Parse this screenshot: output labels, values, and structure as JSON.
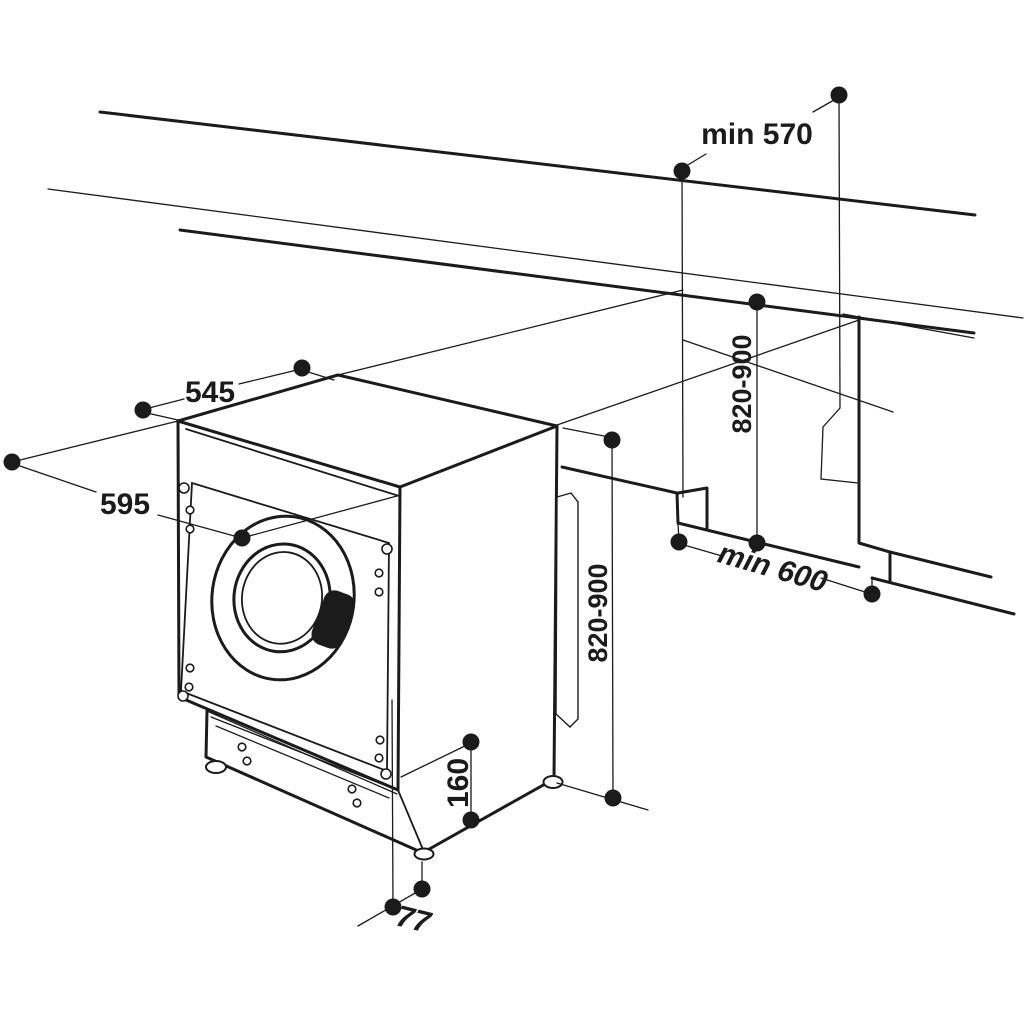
{
  "diagram": {
    "type": "technical-installation-drawing",
    "subject": "built-in washing machine installed under a kitchen worktop",
    "colors": {
      "background": "#ffffff",
      "line": "#1b1b1b"
    },
    "dimensions": {
      "top_depth": "545",
      "front_width": "595",
      "worktop_min_depth": "min 570",
      "niche_height": "820-900",
      "appliance_height": "820-900",
      "niche_min_width": "min 600",
      "base_height": "160",
      "feet_adjustment_height": "77"
    }
  }
}
